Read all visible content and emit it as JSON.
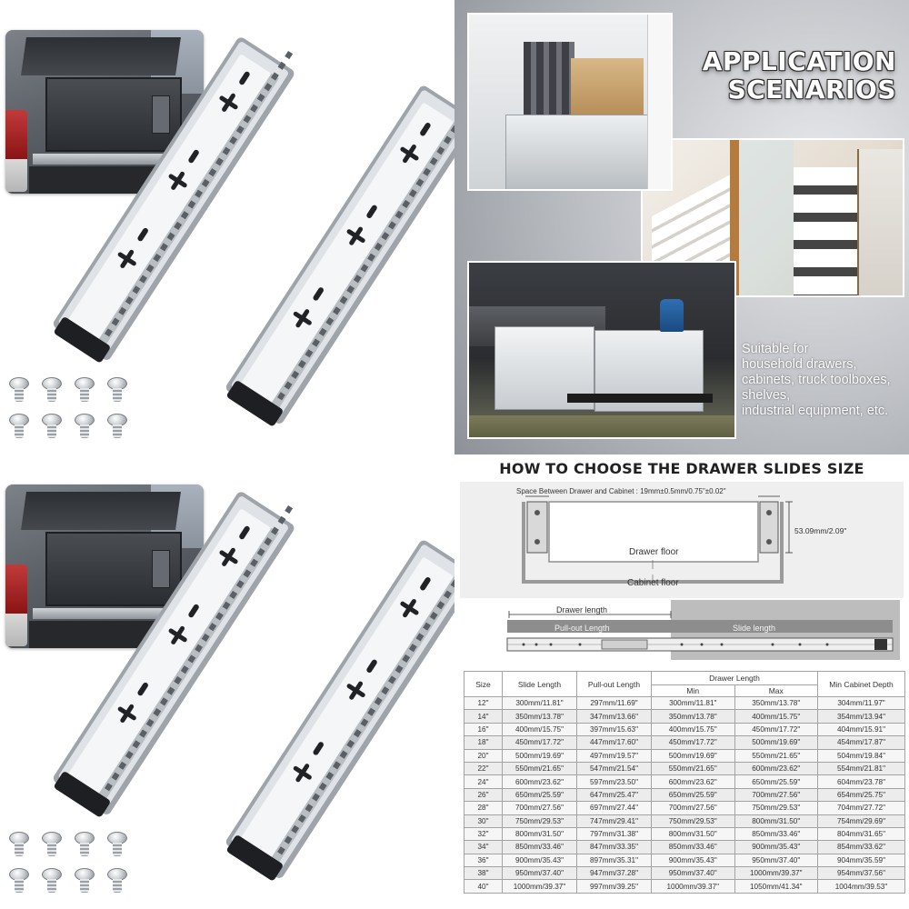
{
  "application": {
    "title_line1": "APPLICATION",
    "title_line2": "SCENARIOS",
    "desc_lines": [
      "Suitable for",
      "household drawers,",
      "cabinets, truck toolboxes,",
      "shelves,",
      "industrial equipment, etc."
    ]
  },
  "sizing": {
    "title": "HOW TO CHOOSE THE DRAWER SLIDES SIZE",
    "gap_label": "Space Between Drawer and Cabinet : 19mm±0.5mm/0.75\"±0.02\"",
    "height_label": "53.09mm/2.09\"",
    "drawer_floor": "Drawer floor",
    "cabinet_floor": "Cabinet floor",
    "drawer_length": "Drawer length",
    "pullout_length": "Pull-out Length",
    "slide_length": "Slide length",
    "table": {
      "headers": {
        "size": "Size",
        "slide_length": "Slide Length",
        "pullout_length": "Pull-out Length",
        "drawer_length": "Drawer Length",
        "min": "Min",
        "max": "Max",
        "min_cabinet_depth": "Min Cabinet Depth"
      },
      "rows": [
        [
          "12\"",
          "300mm/11.81\"",
          "297mm/11.69\"",
          "300mm/11.81\"",
          "350mm/13.78\"",
          "304mm/11.97\""
        ],
        [
          "14\"",
          "350mm/13.78\"",
          "347mm/13.66\"",
          "350mm/13.78\"",
          "400mm/15.75\"",
          "354mm/13.94\""
        ],
        [
          "16\"",
          "400mm/15.75\"",
          "397mm/15.63\"",
          "400mm/15.75\"",
          "450mm/17.72\"",
          "404mm/15.91\""
        ],
        [
          "18\"",
          "450mm/17.72\"",
          "447mm/17.60\"",
          "450mm/17.72\"",
          "500mm/19.69\"",
          "454mm/17.87\""
        ],
        [
          "20\"",
          "500mm/19.69\"",
          "497mm/19.57\"",
          "500mm/19.69\"",
          "550mm/21.65\"",
          "504mm/19.84\""
        ],
        [
          "22\"",
          "550mm/21.65\"",
          "547mm/21.54\"",
          "550mm/21.65\"",
          "600mm/23.62\"",
          "554mm/21.81\""
        ],
        [
          "24\"",
          "600mm/23.62\"",
          "597mm/23.50\"",
          "600mm/23.62\"",
          "650mm/25.59\"",
          "604mm/23.78\""
        ],
        [
          "26\"",
          "650mm/25.59\"",
          "647mm/25.47\"",
          "650mm/25.59\"",
          "700mm/27.56\"",
          "654mm/25.75\""
        ],
        [
          "28\"",
          "700mm/27.56\"",
          "697mm/27.44\"",
          "700mm/27.56\"",
          "750mm/29.53\"",
          "704mm/27.72\""
        ],
        [
          "30\"",
          "750mm/29.53\"",
          "747mm/29.41\"",
          "750mm/29.53\"",
          "800mm/31.50\"",
          "754mm/29.69\""
        ],
        [
          "32\"",
          "800mm/31.50\"",
          "797mm/31.38\"",
          "800mm/31.50\"",
          "850mm/33.46\"",
          "804mm/31.65\""
        ],
        [
          "34\"",
          "850mm/33.46\"",
          "847mm/33.35\"",
          "850mm/33.46\"",
          "900mm/35.43\"",
          "854mm/33.62\""
        ],
        [
          "36\"",
          "900mm/35.43\"",
          "897mm/35.31\"",
          "900mm/35.43\"",
          "950mm/37.40\"",
          "904mm/35.59\""
        ],
        [
          "38\"",
          "950mm/37.40\"",
          "947mm/37.28\"",
          "950mm/37.40\"",
          "1000mm/39.37\"",
          "954mm/37.56\""
        ],
        [
          "40\"",
          "1000mm/39.37\"",
          "997mm/39.25\"",
          "1000mm/39.37\"",
          "1050mm/41.34\"",
          "1004mm/39.53\""
        ]
      ]
    }
  },
  "icons": {
    "rail": "drawer-slide-rail-icon",
    "screw": "mounting-screw-icon"
  },
  "colors": {
    "rail_light": "#f5f6f8",
    "rail_shadow": "#9ea4aa",
    "end_cap": "#1e1f22",
    "title_text": "#ffffff",
    "table_border": "#a3a3a3"
  }
}
